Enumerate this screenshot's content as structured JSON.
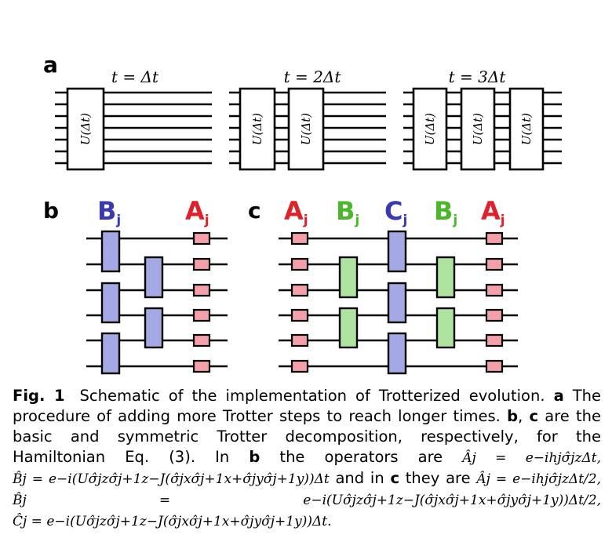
{
  "panel_labels": {
    "a": "a",
    "b": "b",
    "c": "c"
  },
  "panel_a": {
    "time_labels": [
      "t = Δt",
      "t = 2Δt",
      "t = 3Δt"
    ],
    "gate_label": "U(Δt)"
  },
  "panel_b": {
    "labels": [
      {
        "main": "B",
        "sub": "j",
        "color": "#3a3ab0"
      },
      {
        "main": "A",
        "sub": "j",
        "color": "#e0202a"
      }
    ]
  },
  "panel_c": {
    "labels": [
      {
        "main": "A",
        "sub": "j",
        "color": "#e0202a"
      },
      {
        "main": "B",
        "sub": "j",
        "color": "#4ab82a"
      },
      {
        "main": "C",
        "sub": "j",
        "color": "#3a3ab0"
      },
      {
        "main": "B",
        "sub": "j",
        "color": "#4ab82a"
      },
      {
        "main": "A",
        "sub": "j",
        "color": "#e0202a"
      }
    ]
  },
  "colors": {
    "a_gate": "#f5a0a8",
    "b_gate": "#a4a8e4",
    "c_green": "#aee4a0",
    "wire": "#000000"
  },
  "caption": {
    "fig_label": "Fig. 1",
    "text_1": "Schematic of the implementation of Trotterized evolution.",
    "ref_a": "a",
    "text_2": "The procedure of adding more Trotter steps to reach longer times.",
    "ref_b": "b",
    "comma": ",",
    "ref_c": "c",
    "text_3": "are the basic and symmetric Trotter decomposition, respectively, for the Hamiltonian Eq. (3). In",
    "ref_b2": "b",
    "text_4": "the operators are",
    "eq_1": "Âj = e−ihjσ̂jzΔt,",
    "eq_2": "B̂j = e−i(Uσ̂jzσ̂j+1z−J(σ̂jxσ̂j+1x+σ̂jyσ̂j+1y))Δt",
    "text_5": "and in",
    "ref_c2": "c",
    "text_6": "they are",
    "eq_3": "Âj = e−ihjσ̂jzΔt/2,",
    "eq_4": "B̂j = e−i(Uσ̂jzσ̂j+1z−J(σ̂jxσ̂j+1x+σ̂jyσ̂j+1y))Δt/2,",
    "eq_5": "Ĉj = e−i(Uσ̂jzσ̂j+1z−J(σ̂jxσ̂j+1x+σ̂jyσ̂j+1y))Δt."
  }
}
